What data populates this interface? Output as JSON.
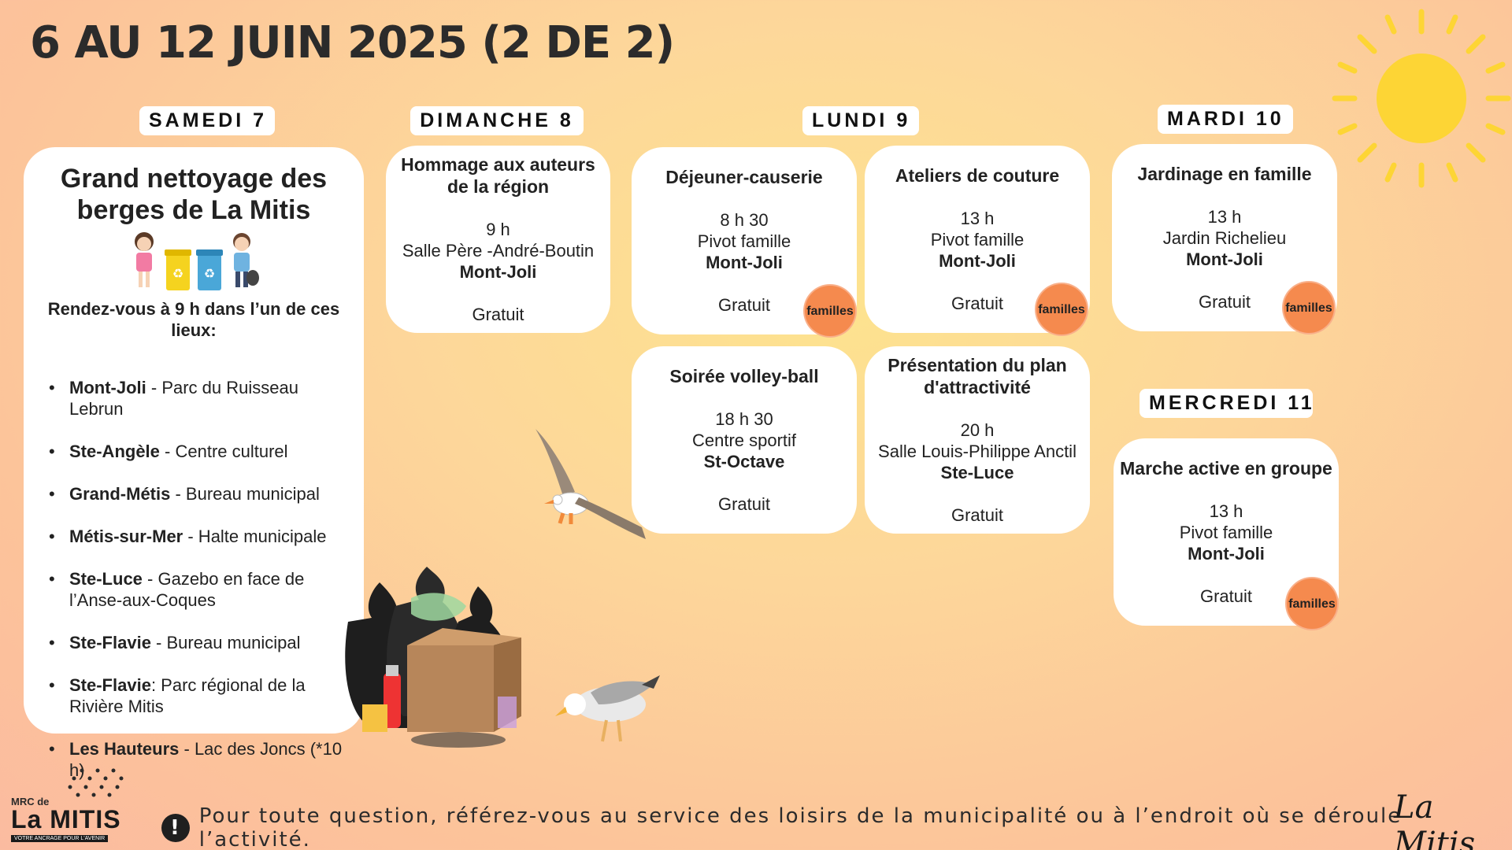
{
  "title": "6 AU 12 JUIN 2025 (2 DE 2)",
  "days": {
    "samedi": "SAMEDI 7",
    "dimanche": "DIMANCHE 8",
    "lundi": "LUNDI 9",
    "mardi": "MARDI 10",
    "mercredi": "MERCREDI 11"
  },
  "samedi_event": {
    "title_line1": "Grand nettoyage des",
    "title_line2": "berges de La Mitis",
    "rdv": "Rendez-vous à 9 h dans l’un de ces lieux:",
    "locations": [
      {
        "place": "Mont-Joli",
        "detail": " - Parc du Ruisseau Lebrun"
      },
      {
        "place": "Ste-Angèle",
        "detail": " - Centre culturel"
      },
      {
        "place": "Grand-Métis",
        "detail": " - Bureau municipal"
      },
      {
        "place": "Métis-sur-Mer",
        "detail": " - Halte municipale"
      },
      {
        "place": "Ste-Luce",
        "detail": " - Gazebo en face de l’Anse-aux-Coques"
      },
      {
        "place": "Ste-Flavie",
        "detail": " - Bureau municipal"
      },
      {
        "place": "Ste-Flavie",
        "detail": ": Parc régional de la Rivière Mitis"
      },
      {
        "place": "Les Hauteurs",
        "detail": " - Lac des Joncs (*10 h)"
      }
    ]
  },
  "dimanche_event": {
    "title": "Hommage aux auteurs de la région",
    "time": "9 h",
    "venue": "Salle Père -André-Boutin",
    "city": "Mont-Joli",
    "price": "Gratuit"
  },
  "lundi_events": [
    {
      "title": "Déjeuner-causerie",
      "time": "8 h 30",
      "venue": "Pivot famille",
      "city": "Mont-Joli",
      "price": "Gratuit",
      "badge": "familles"
    },
    {
      "title": "Ateliers de couture",
      "time": "13 h",
      "venue": "Pivot famille",
      "city": "Mont-Joli",
      "price": "Gratuit",
      "badge": "familles"
    },
    {
      "title": "Soirée volley-ball",
      "time": "18 h 30",
      "venue": "Centre sportif",
      "city": "St-Octave",
      "price": "Gratuit"
    },
    {
      "title": "Présentation du plan d'attractivité",
      "time": "20 h",
      "venue": "Salle Louis-Philippe Anctil",
      "city": "Ste-Luce",
      "price": "Gratuit"
    }
  ],
  "mardi_event": {
    "title": "Jardinage en famille",
    "time": "13 h",
    "venue": "Jardin Richelieu",
    "city": "Mont-Joli",
    "price": "Gratuit",
    "badge": "familles"
  },
  "mercredi_event": {
    "title": "Marche active en groupe",
    "time": "13 h",
    "venue": "Pivot famille",
    "city": "Mont-Joli",
    "price": "Gratuit",
    "badge": "familles"
  },
  "footer": {
    "notice": "Pour toute question, référez-vous au service des loisirs de la municipalité ou à l’endroit où se déroule l’activité.",
    "notice_icon": "!",
    "logo_small": "MRC de",
    "logo_name": "La MITIS",
    "logo_tagline": "VOTRE ANCRAGE POUR L'AVENIR",
    "brand": "La Mitis"
  },
  "colors": {
    "badge": "#f58a4e",
    "sun": "#fdd535",
    "background": "#fcc9a0"
  }
}
